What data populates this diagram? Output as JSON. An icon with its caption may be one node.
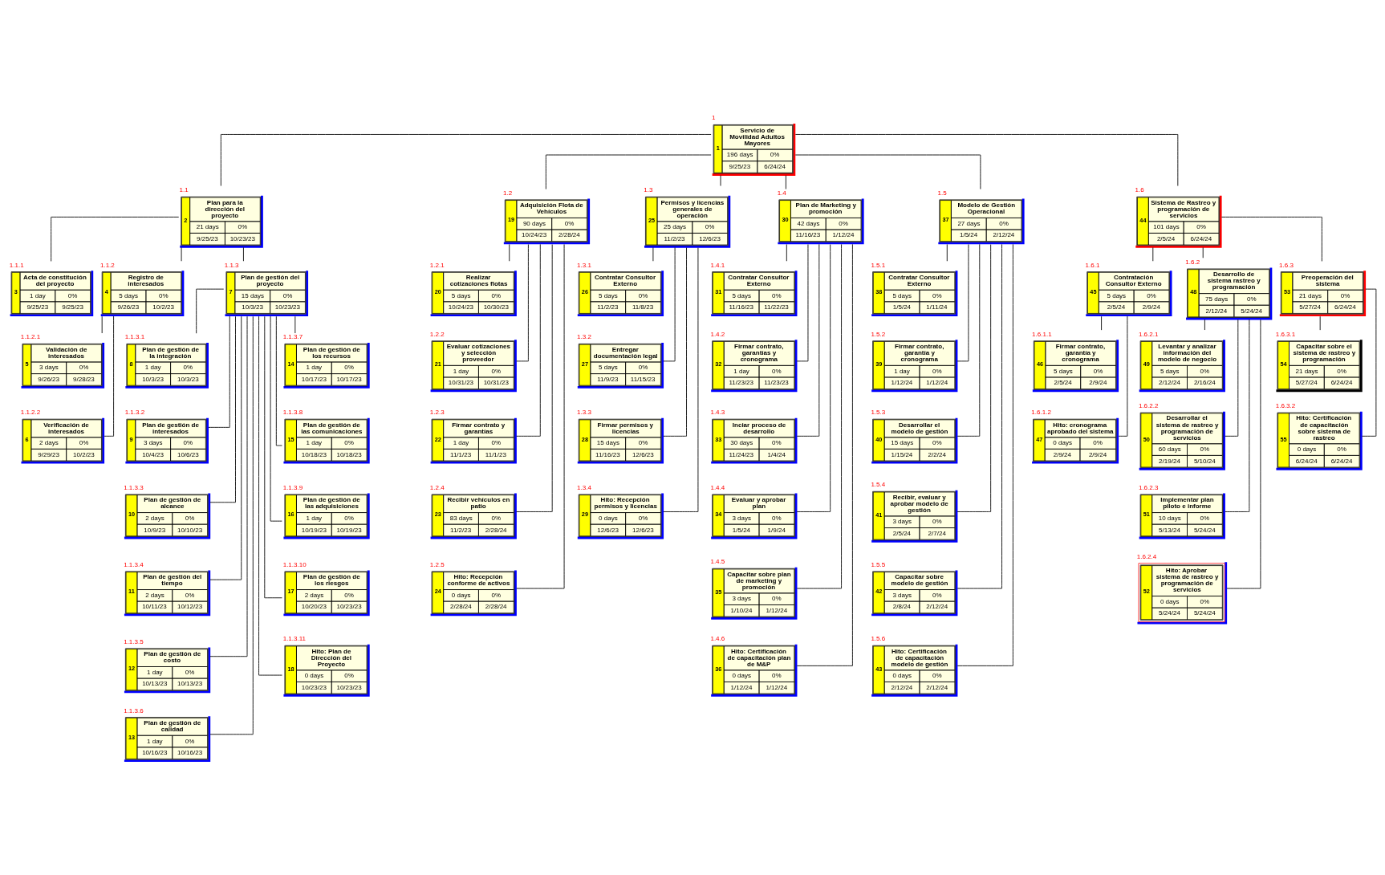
{
  "diagram": {
    "nodes": [
      {
        "text": [
          "Servicio de Movilidad Adultos Mayores",
          "196 days",
          "0%",
          "9/25/23",
          "6/24/24",
          "1"
        ],
        "beside": [
          "1"
        ]
      },
      {
        "text": [
          "Plan para la dirección del proyecto",
          "21 days",
          "0%",
          "9/25/23",
          "10/23/23",
          "2"
        ],
        "beside": [
          "1.1"
        ]
      },
      {
        "text": [
          "Acta de constitución del proyecto",
          "1 day",
          "0%",
          "9/25/23",
          "9/25/23",
          "3"
        ],
        "beside": [
          "1.1.1"
        ]
      },
      {
        "text": [
          "Registro de interesados",
          "5 days",
          "0%",
          "9/26/23",
          "10/2/23",
          "4"
        ],
        "beside": [
          "1.1.2"
        ]
      },
      {
        "text": [
          "Validación de interesados",
          "3 days",
          "0%",
          "9/26/23",
          "9/28/23",
          "5"
        ],
        "beside": [
          "1.1.2.1"
        ]
      },
      {
        "text": [
          "Verificación de interesados",
          "2 days",
          "0%",
          "9/29/23",
          "10/2/23",
          "6"
        ],
        "beside": [
          "1.1.2.2"
        ]
      },
      {
        "text": [
          "Plan de gestión del proyecto",
          "15 days",
          "0%",
          "10/3/23",
          "10/23/23",
          "7"
        ],
        "beside": [
          "1.1.3"
        ]
      },
      {
        "text": [
          "Plan de gestión de la integración",
          "1 day",
          "0%",
          "10/3/23",
          "10/3/23",
          "8"
        ],
        "beside": [
          "1.1.3.1"
        ]
      },
      {
        "text": [
          "Plan de gestión de interesados",
          "3 days",
          "0%",
          "10/4/23",
          "10/6/23",
          "9"
        ],
        "beside": [
          "1.1.3.2"
        ]
      },
      {
        "text": [
          "Plan de gestión de alcance",
          "2 days",
          "0%",
          "10/9/23",
          "10/10/23",
          "10"
        ],
        "beside": [
          "1.1.3.3"
        ]
      },
      {
        "text": [
          "Plan de gestión del tiempo",
          "2 days",
          "0%",
          "10/11/23",
          "10/12/23",
          "11"
        ],
        "beside": [
          "1.1.3.4"
        ]
      },
      {
        "text": [
          "Plan de gestión de costo",
          "1 day",
          "0%",
          "10/13/23",
          "10/13/23",
          "12"
        ],
        "beside": [
          "1.1.3.5"
        ]
      },
      {
        "text": [
          "Plan de gestión de calidad",
          "1 day",
          "0%",
          "10/16/23",
          "10/16/23",
          "13"
        ],
        "beside": [
          "1.1.3.6"
        ]
      },
      {
        "text": [
          "Plan de gestión de los recursos",
          "1 day",
          "0%",
          "10/17/23",
          "10/17/23",
          "14"
        ],
        "beside": [
          "1.1.3.7"
        ]
      },
      {
        "text": [
          "Plan de gestión de las comunicaciones",
          "1 day",
          "0%",
          "10/18/23",
          "10/18/23",
          "15"
        ],
        "beside": [
          "1.1.3.8"
        ]
      },
      {
        "text": [
          "Plan de gestión de las adquisiciones",
          "1 day",
          "0%",
          "10/19/23",
          "10/19/23",
          "16"
        ],
        "beside": [
          "1.1.3.9"
        ]
      },
      {
        "text": [
          "Plan de gestión de los riesgos",
          "2 days",
          "0%",
          "10/20/23",
          "10/23/23",
          "17"
        ],
        "beside": [
          "1.1.3.10"
        ]
      },
      {
        "text": [
          "Hito: Plan de Dirección del Proyecto",
          "0 days",
          "0%",
          "10/23/23",
          "10/23/23",
          "18"
        ],
        "beside": [
          "1.1.3.11"
        ]
      },
      {
        "text": [
          "Adquisición Flota de Vehículos",
          "90 days",
          "0%",
          "10/24/23",
          "2/28/24",
          "19"
        ],
        "beside": [
          "1.2"
        ]
      },
      {
        "text": [
          "Realizar cotizaciones flotas",
          "5 days",
          "0%",
          "10/24/23",
          "10/30/23",
          "20"
        ],
        "beside": [
          "1.2.1"
        ]
      },
      {
        "text": [
          "Evaluar cotizaciones y selección proveedor",
          "1 day",
          "0%",
          "10/31/23",
          "10/31/23",
          "21"
        ],
        "beside": [
          "1.2.2"
        ]
      },
      {
        "text": [
          "Firmar contrato y garantías",
          "1 day",
          "0%",
          "11/1/23",
          "11/1/23",
          "22"
        ],
        "beside": [
          "1.2.3"
        ]
      },
      {
        "text": [
          "Recibir vehículos en patio",
          "83 days",
          "0%",
          "11/2/23",
          "2/28/24",
          "23"
        ],
        "beside": [
          "1.2.4"
        ]
      },
      {
        "text": [
          "Hito: Recepción conforme de activos",
          "0 days",
          "0%",
          "2/28/24",
          "2/28/24",
          "24"
        ],
        "beside": [
          "1.2.5"
        ]
      },
      {
        "text": [
          "Permisos y licencias generales de operación",
          "25 days",
          "0%",
          "11/2/23",
          "12/6/23",
          "25"
        ],
        "beside": [
          "1.3"
        ]
      },
      {
        "text": [
          "Contratar Consultor Externo",
          "5 days",
          "0%",
          "11/2/23",
          "11/8/23",
          "26"
        ],
        "beside": [
          "1.3.1"
        ]
      },
      {
        "text": [
          "Entregar documentación legal",
          "5 days",
          "0%",
          "11/9/23",
          "11/15/23",
          "27"
        ],
        "beside": [
          "1.3.2"
        ]
      },
      {
        "text": [
          "Firmar permisos y licencias",
          "15 days",
          "0%",
          "11/16/23",
          "12/6/23",
          "28"
        ],
        "beside": [
          "1.3.3"
        ]
      },
      {
        "text": [
          "Hito: Recepción permisos y licencias",
          "0 days",
          "0%",
          "12/6/23",
          "12/6/23",
          "29"
        ],
        "beside": [
          "1.3.4"
        ]
      },
      {
        "text": [
          "Plan de Marketing y promoción",
          "42 days",
          "0%",
          "11/16/23",
          "1/12/24",
          "30"
        ],
        "beside": [
          "1.4"
        ]
      },
      {
        "text": [
          "Contratar Consultor Externo",
          "5 days",
          "0%",
          "11/16/23",
          "11/22/23",
          "31"
        ],
        "beside": [
          "1.4.1"
        ]
      },
      {
        "text": [
          "Firmar contrato, garantías y cronograma",
          "1 day",
          "0%",
          "11/23/23",
          "11/23/23",
          "32"
        ],
        "beside": [
          "1.4.2"
        ]
      },
      {
        "text": [
          "Inciar proceso de desarrollo",
          "30 days",
          "0%",
          "11/24/23",
          "1/4/24",
          "33"
        ],
        "beside": [
          "1.4.3"
        ]
      },
      {
        "text": [
          "Evaluar y aprobar plan",
          "3 days",
          "0%",
          "1/5/24",
          "1/9/24",
          "34"
        ],
        "beside": [
          "1.4.4"
        ]
      },
      {
        "text": [
          "Capacitar sobre plan de marketing y promoción",
          "3 days",
          "0%",
          "1/10/24",
          "1/12/24",
          "35"
        ],
        "beside": [
          "1.4.5"
        ]
      },
      {
        "text": [
          "Hito: Certificación de capacitación plan de M&P",
          "0 days",
          "0%",
          "1/12/24",
          "1/12/24",
          "36"
        ],
        "beside": [
          "1.4.6"
        ]
      },
      {
        "text": [
          "Modelo de Gestión Operacional",
          "27 days",
          "0%",
          "1/5/24",
          "2/12/24",
          "37"
        ],
        "beside": [
          "1.5"
        ]
      },
      {
        "text": [
          "Contratar Consultor Externo",
          "5 days",
          "0%",
          "1/5/24",
          "1/11/24",
          "38"
        ],
        "beside": [
          "1.5.1"
        ]
      },
      {
        "text": [
          "Firmar contrato, garantía y cronograma",
          "1 day",
          "0%",
          "1/12/24",
          "1/12/24",
          "39"
        ],
        "beside": [
          "1.5.2"
        ]
      },
      {
        "text": [
          "Desarrollar el modelo de gestión",
          "15 days",
          "0%",
          "1/15/24",
          "2/2/24",
          "40"
        ],
        "beside": [
          "1.5.3"
        ]
      },
      {
        "text": [
          "Recibir, evaluar y aprobar modelo de gestión",
          "3 days",
          "0%",
          "2/5/24",
          "2/7/24",
          "41"
        ],
        "beside": [
          "1.5.4"
        ]
      },
      {
        "text": [
          "Capacitar sobre modelo de gestión",
          "3 days",
          "0%",
          "2/8/24",
          "2/12/24",
          "42"
        ],
        "beside": [
          "1.5.5"
        ]
      },
      {
        "text": [
          "Hito: Certificación de capacitación modelo de gestión",
          "0 days",
          "0%",
          "2/12/24",
          "2/12/24",
          "43"
        ],
        "beside": [
          "1.5.6"
        ]
      },
      {
        "text": [
          "Sistema de Rastreo y programación de servicios",
          "101 days",
          "0%",
          "2/5/24",
          "6/24/24",
          "44"
        ],
        "beside": [
          "1.6"
        ]
      },
      {
        "text": [
          "Contratación Consultor Externo",
          "5 days",
          "0%",
          "2/5/24",
          "2/9/24",
          "45"
        ],
        "beside": [
          "1.6.1"
        ]
      },
      {
        "text": [
          "Firmar contrato, garantía y cronograma",
          "5 days",
          "0%",
          "2/5/24",
          "2/9/24",
          "46"
        ],
        "beside": [
          "1.6.1.1"
        ]
      },
      {
        "text": [
          "Hito: cronograma aprobado del sistema",
          "0 days",
          "0%",
          "2/9/24",
          "2/9/24",
          "47"
        ],
        "beside": [
          "1.6.1.2"
        ]
      },
      {
        "text": [
          "Desarrollo de sistema rastreo y programación",
          "75 days",
          "0%",
          "2/12/24",
          "5/24/24",
          "48"
        ],
        "beside": [
          "1.6.2"
        ]
      },
      {
        "text": [
          "Levantar y analizar información del modelo de negocio",
          "5 days",
          "0%",
          "2/12/24",
          "2/16/24",
          "49"
        ],
        "beside": [
          "1.6.2.1"
        ]
      },
      {
        "text": [
          "Desarrollar el sistema de rastreo y programación de servicios",
          "60 days",
          "0%",
          "2/19/24",
          "5/10/24",
          "50"
        ],
        "beside": [
          "1.6.2.2"
        ]
      },
      {
        "text": [
          "Implementar plan piloto e informe",
          "10 days",
          "0%",
          "5/13/24",
          "5/24/24",
          "51"
        ],
        "beside": [
          "1.6.2.3"
        ]
      },
      {
        "text": [
          "Hito: Aprobar sistema de rastreo y programación de servicios",
          "0 days",
          "0%",
          "5/24/24",
          "5/24/24",
          "52"
        ],
        "beside": [
          "1.6.2.4"
        ]
      },
      {
        "text": [
          "Preoperación del sistema",
          "21 days",
          "0%",
          "5/27/24",
          "6/24/24",
          "53"
        ],
        "beside": [
          "1.6.3"
        ]
      },
      {
        "text": [
          "Capacitar sobre el sistema de rastreo y programación",
          "21 days",
          "0%",
          "5/27/24",
          "6/24/24",
          "54"
        ],
        "beside": [
          "1.6.3.1"
        ]
      },
      {
        "text": [
          "Hito: Certificación de capacitación sobre sistema de rastreo",
          "0 days",
          "0%",
          "6/24/24",
          "6/24/24",
          "55"
        ],
        "beside": [
          "1.6.3.2"
        ]
      }
    ],
    "edges": [
      {
        "from": 0,
        "to": 1,
        "arrow": "none"
      },
      {
        "from": 0,
        "to": 18,
        "arrow": "none"
      },
      {
        "from": 0,
        "to": 24,
        "arrow": "none"
      },
      {
        "from": 0,
        "to": 29,
        "arrow": "none"
      },
      {
        "from": 0,
        "to": 36,
        "arrow": "none"
      },
      {
        "from": 0,
        "to": 43,
        "arrow": "none"
      },
      {
        "from": 1,
        "to": 2,
        "arrow": "none"
      },
      {
        "from": 1,
        "to": 3,
        "arrow": "none"
      },
      {
        "from": 1,
        "to": 6,
        "arrow": "none"
      },
      {
        "from": 3,
        "to": 4,
        "arrow": "none"
      },
      {
        "from": 3,
        "to": 5,
        "arrow": "none"
      },
      {
        "from": 6,
        "to": 7,
        "arrow": "none"
      },
      {
        "from": 6,
        "to": 8,
        "arrow": "none"
      },
      {
        "from": 6,
        "to": 9,
        "arrow": "none"
      },
      {
        "from": 6,
        "to": 10,
        "arrow": "none"
      },
      {
        "from": 6,
        "to": 11,
        "arrow": "none"
      },
      {
        "from": 6,
        "to": 12,
        "arrow": "none"
      },
      {
        "from": 6,
        "to": 13,
        "arrow": "none"
      },
      {
        "from": 6,
        "to": 14,
        "arrow": "none"
      },
      {
        "from": 6,
        "to": 15,
        "arrow": "none"
      },
      {
        "from": 6,
        "to": 16,
        "arrow": "none"
      },
      {
        "from": 6,
        "to": 17,
        "arrow": "none"
      },
      {
        "from": 18,
        "to": 19,
        "arrow": "none"
      },
      {
        "from": 18,
        "to": 20,
        "arrow": "none"
      },
      {
        "from": 18,
        "to": 21,
        "arrow": "none"
      },
      {
        "from": 18,
        "to": 22,
        "arrow": "none"
      },
      {
        "from": 18,
        "to": 23,
        "arrow": "none"
      },
      {
        "from": 24,
        "to": 25,
        "arrow": "none"
      },
      {
        "from": 24,
        "to": 26,
        "arrow": "none"
      },
      {
        "from": 24,
        "to": 27,
        "arrow": "none"
      },
      {
        "from": 24,
        "to": 28,
        "arrow": "none"
      },
      {
        "from": 29,
        "to": 30,
        "arrow": "none"
      },
      {
        "from": 29,
        "to": 31,
        "arrow": "none"
      },
      {
        "from": 29,
        "to": 32,
        "arrow": "none"
      },
      {
        "from": 29,
        "to": 33,
        "arrow": "none"
      },
      {
        "from": 29,
        "to": 34,
        "arrow": "none"
      },
      {
        "from": 29,
        "to": 35,
        "arrow": "none"
      },
      {
        "from": 36,
        "to": 37,
        "arrow": "none"
      },
      {
        "from": 36,
        "to": 38,
        "arrow": "none"
      },
      {
        "from": 36,
        "to": 39,
        "arrow": "none"
      },
      {
        "from": 36,
        "to": 40,
        "arrow": "none"
      },
      {
        "from": 36,
        "to": 41,
        "arrow": "none"
      },
      {
        "from": 36,
        "to": 42,
        "arrow": "none"
      },
      {
        "from": 43,
        "to": 44,
        "arrow": "none"
      },
      {
        "from": 43,
        "to": 47,
        "arrow": "none"
      },
      {
        "from": 43,
        "to": 52,
        "arrow": "none"
      },
      {
        "from": 44,
        "to": 45,
        "arrow": "none"
      },
      {
        "from": 44,
        "to": 46,
        "arrow": "none"
      },
      {
        "from": 47,
        "to": 48,
        "arrow": "none"
      },
      {
        "from": 47,
        "to": 49,
        "arrow": "none"
      },
      {
        "from": 47,
        "to": 50,
        "arrow": "none"
      },
      {
        "from": 47,
        "to": 51,
        "arrow": "none"
      },
      {
        "from": 52,
        "to": 53,
        "arrow": "none"
      },
      {
        "from": 52,
        "to": 54,
        "arrow": "none"
      }
    ]
  }
}
